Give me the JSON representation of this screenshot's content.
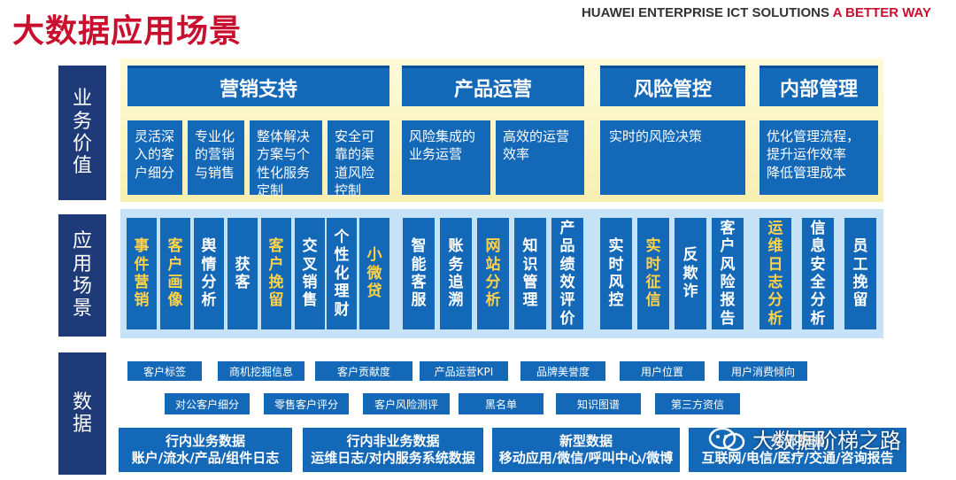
{
  "title": "大数据应用场景",
  "brand": {
    "main": "HUAWEI ENTERPRISE ICT SOLUTIONS ",
    "accent": "A BETTER WAY"
  },
  "row_labels": {
    "value": [
      "业",
      "务",
      "价",
      "值"
    ],
    "scenario": [
      "应",
      "用",
      "场",
      "景"
    ],
    "data": [
      "数",
      "据"
    ]
  },
  "headers": {
    "marketing": "营销支持",
    "product": "产品运营",
    "risk": "风险管控",
    "internal": "内部管理"
  },
  "values": {
    "m1": "灵活深入的客户细分",
    "m2": "专业化的营销与销售",
    "m3": "整体解决方案与个性化服务定制",
    "m4": "安全可靠的渠道风险控制",
    "p1": "风险集成的业务运营",
    "p2": "高效的运营效率",
    "r1": "实时的风险决策",
    "i1": "优化管理流程，提升运作效率",
    "i2": "降低管理成本"
  },
  "scenarios": [
    "事件营销",
    "客户画像",
    "舆情分析",
    "获客",
    "客户挽留",
    "交叉销售",
    "个性化理财",
    "小微贷",
    "智能客服",
    "账务追溯",
    "网站分析",
    "知识管理",
    "产品绩效评价",
    "实时风控",
    "实时征信",
    "反欺诈",
    "客户风险报告",
    "运维日志分析",
    "信息安全分析",
    "员工挽留"
  ],
  "tags": {
    "row1": [
      "客户标签",
      "商机挖掘信息",
      "客户贡献度",
      "产品运营KPI",
      "品牌美誉度",
      "用户位置",
      "用户消费倾向"
    ],
    "row2": [
      "对公客户细分",
      "零售客户评分",
      "客户风险测评",
      "黑名单",
      "知识图谱",
      "第三方资信"
    ]
  },
  "data_sources": [
    {
      "title": "行内业务数据",
      "desc": "账户/流水/产品/组件日志"
    },
    {
      "title": "行内非业务数据",
      "desc": "运维日志/对内服务系统数据"
    },
    {
      "title": "新型数据",
      "desc": "移动应用/微信/呼叫中心/微博"
    },
    {
      "title": "外部数据",
      "desc": "互联网/电信/医疗/交通/咨询报告"
    }
  ],
  "watermark": "大数据阶梯之路",
  "colors": {
    "title_red": "#c8102e",
    "box_blue": "#1468b8",
    "label_navy": "#1e3a78",
    "highlight_yellow": "#ffd24a"
  }
}
